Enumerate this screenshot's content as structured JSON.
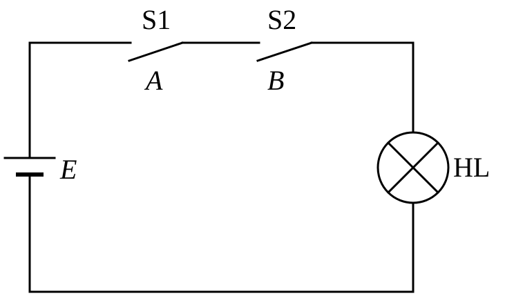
{
  "diagram": {
    "type": "series circuit",
    "stroke_color": "#000000",
    "background_color": "#ffffff",
    "components": {
      "switch1": {
        "label": "S1",
        "contact": "A",
        "state": "open"
      },
      "switch2": {
        "label": "S2",
        "contact": "B",
        "state": "open"
      },
      "battery": {
        "label": "E"
      },
      "lamp": {
        "label": "HL"
      }
    }
  }
}
